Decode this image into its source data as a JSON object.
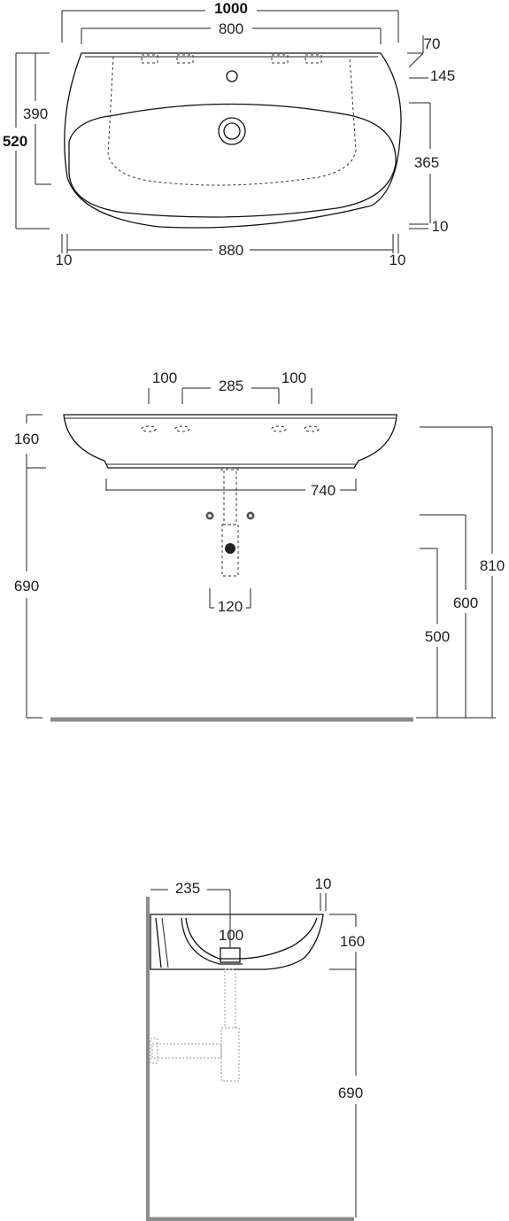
{
  "top_view": {
    "overall_width": "1000",
    "rim_width": "800",
    "depth_total": "520",
    "depth_front": "390",
    "offset_right_a": "70",
    "offset_right_b": "145",
    "bowl_depth": "365",
    "edge_thickness": "10",
    "base_width": "880",
    "left_margin": "10",
    "right_margin": "10"
  },
  "front_view": {
    "hole_spacing_left": "100",
    "hole_spacing_center": "285",
    "hole_spacing_right": "100",
    "basin_height": "160",
    "bottom_width": "740",
    "floor_to_basin_bottom": "690",
    "total_height": "810",
    "bracket_height": "600",
    "waste_height": "500",
    "bracket_spacing": "120"
  },
  "side_view": {
    "wall_to_tap": "235",
    "rim_thickness": "10",
    "tap_to_drain": "100",
    "basin_height": "160",
    "floor_to_basin": "690"
  }
}
